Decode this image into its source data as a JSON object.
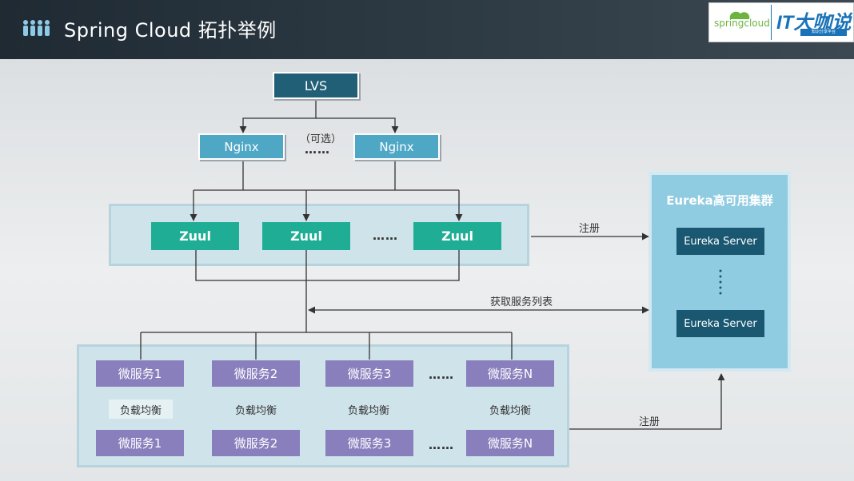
{
  "header": {
    "title": "Spring Cloud 拓扑举例",
    "logo_spring": "springcloud",
    "logo_it": "IT大咖说",
    "logo_it_sub": "知识分享平台"
  },
  "diagram": {
    "lvs": "LVS",
    "nginx": [
      "Nginx",
      "Nginx"
    ],
    "optional_label": "（可选）",
    "ellipsis": "……",
    "zuul": [
      "Zuul",
      "Zuul",
      "Zuul"
    ],
    "register_label": "注册",
    "service_list_label": "获取服务列表",
    "eureka_title": "Eureka高可用集群",
    "eureka_servers": [
      "Eureka Server",
      "Eureka Server"
    ],
    "microservices_top": [
      "微服务1",
      "微服务2",
      "微服务3",
      "微服务N"
    ],
    "load_balance": [
      "负载均衡",
      "负载均衡",
      "负载均衡",
      "负载均衡"
    ],
    "microservices_bottom": [
      "微服务1",
      "微服务2",
      "微服务3",
      "微服务N"
    ],
    "colors": {
      "lvs": "#215f77",
      "nginx": "#4fa7c6",
      "zuul": "#1fae95",
      "eureka_server": "#1a5872",
      "microservice": "#8a7fbd",
      "panel": "#cfe3ea",
      "eureka_panel": "#8fcbe1"
    }
  }
}
